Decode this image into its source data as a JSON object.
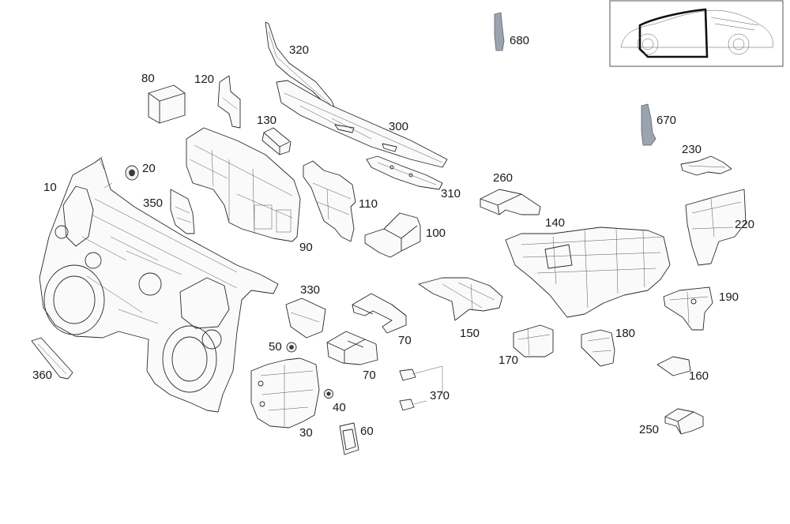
{
  "diagram": {
    "part_labels": [
      {
        "id": "10",
        "text": "10"
      },
      {
        "id": "20",
        "text": "20"
      },
      {
        "id": "30",
        "text": "30"
      },
      {
        "id": "40",
        "text": "40"
      },
      {
        "id": "50",
        "text": "50"
      },
      {
        "id": "60",
        "text": "60"
      },
      {
        "id": "70a",
        "text": "70"
      },
      {
        "id": "70b",
        "text": "70"
      },
      {
        "id": "80",
        "text": "80"
      },
      {
        "id": "90",
        "text": "90"
      },
      {
        "id": "100",
        "text": "100"
      },
      {
        "id": "110",
        "text": "110"
      },
      {
        "id": "120",
        "text": "120"
      },
      {
        "id": "130",
        "text": "130"
      },
      {
        "id": "140",
        "text": "140"
      },
      {
        "id": "150",
        "text": "150"
      },
      {
        "id": "160",
        "text": "160"
      },
      {
        "id": "170",
        "text": "170"
      },
      {
        "id": "180",
        "text": "180"
      },
      {
        "id": "190",
        "text": "190"
      },
      {
        "id": "220",
        "text": "220"
      },
      {
        "id": "230",
        "text": "230"
      },
      {
        "id": "250",
        "text": "250"
      },
      {
        "id": "260",
        "text": "260"
      },
      {
        "id": "300",
        "text": "300"
      },
      {
        "id": "310",
        "text": "310"
      },
      {
        "id": "320",
        "text": "320"
      },
      {
        "id": "330",
        "text": "330"
      },
      {
        "id": "350",
        "text": "350"
      },
      {
        "id": "360",
        "text": "360"
      },
      {
        "id": "370",
        "text": "370"
      },
      {
        "id": "670",
        "text": "670"
      },
      {
        "id": "680",
        "text": "680"
      }
    ]
  },
  "colors": {
    "line": "#2a2a2a",
    "highlight_part": "#9ba4ae",
    "background": "#ffffff"
  }
}
